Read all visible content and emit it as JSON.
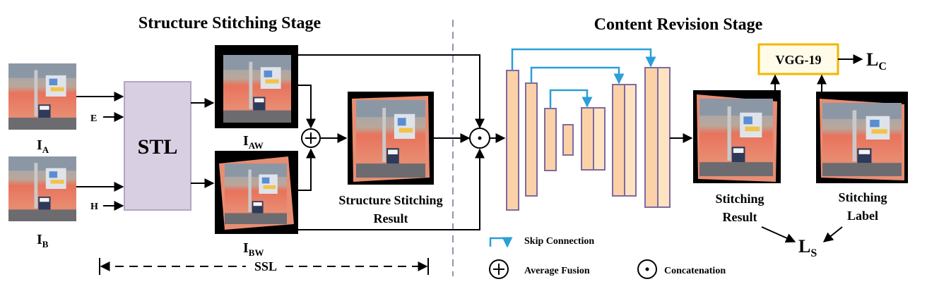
{
  "titles": {
    "left": "Structure Stitching Stage",
    "right": "Content Revision Stage"
  },
  "inputs": {
    "ia": "I",
    "ia_sub": "A",
    "ib": "I",
    "ib_sub": "B",
    "e": "E",
    "h": "H"
  },
  "stl": {
    "label": "STL"
  },
  "warped": {
    "iaw": "I",
    "iaw_sub": "AW",
    "ibw": "I",
    "ibw_sub": "BW"
  },
  "structure_result": {
    "line1": "Structure Stitching",
    "line2": "Result"
  },
  "ssl": {
    "label": "SSL"
  },
  "vgg": {
    "label": "VGG-19"
  },
  "loss": {
    "lc": "L",
    "lc_sub": "C",
    "ls": "L",
    "ls_sub": "S"
  },
  "outputs": {
    "result_line1": "Stitching",
    "result_line2": "Result",
    "label_line1": "Stitching",
    "label_line2": "Label"
  },
  "legend": {
    "skip": "Skip Connection",
    "fusion": "Average Fusion",
    "concat": "Concatenation"
  },
  "colors": {
    "stl_fill": "#d9cfe3",
    "stl_stroke": "#b3a6c2",
    "unet_fill": "#fbd1a8",
    "unet_stroke": "#7f6aa3",
    "skip": "#2a9fd8",
    "vgg_stroke": "#f4b400",
    "vgg_fill": "#fffbe8",
    "divider": "#9e8fb0"
  }
}
